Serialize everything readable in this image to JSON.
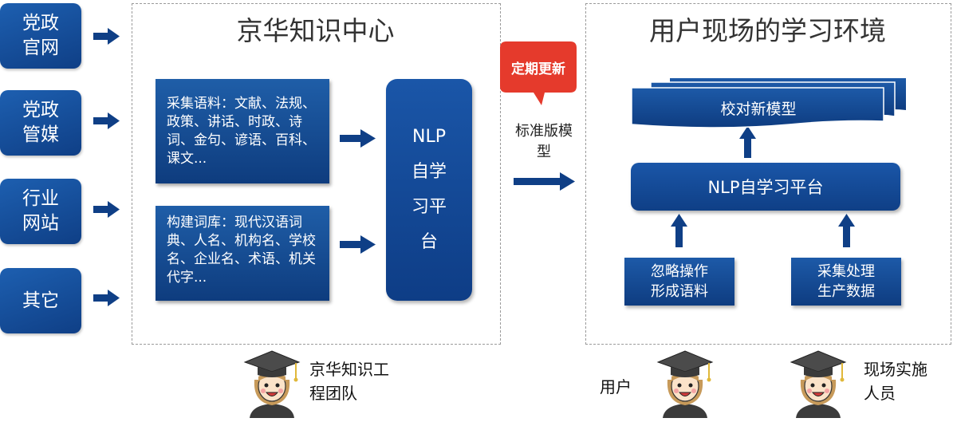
{
  "sources": [
    "党政官网",
    "党政管媒",
    "行业网站",
    "其它"
  ],
  "left_panel": {
    "title": "京华知识中心",
    "corpus_text": "采集语料：文献、法规、政策、讲话、时政、诗词、金句、谚语、百科、课文...",
    "lexicon_text": "构建词库：现代汉语词典、人名、机构名、学校名、企业名、术语、机关代字...",
    "platform": "NLP自学习平台",
    "team_label": "京华知识工程团队"
  },
  "middle": {
    "bubble": "定期更新",
    "model_label": "标准版模型"
  },
  "right_panel": {
    "title": "用户现场的学习环境",
    "new_model": "校对新模型",
    "platform": "NLP自学习平台",
    "ignore_op": "忽略操作形成语料",
    "collect_data": "采集处理生产数据",
    "user_label": "用户",
    "impl_label": "现场实施人员"
  },
  "colors": {
    "primary_blue": "#0f3f86",
    "bubble_red": "#e53a2c",
    "dashed_border": "#9a9a9a"
  }
}
